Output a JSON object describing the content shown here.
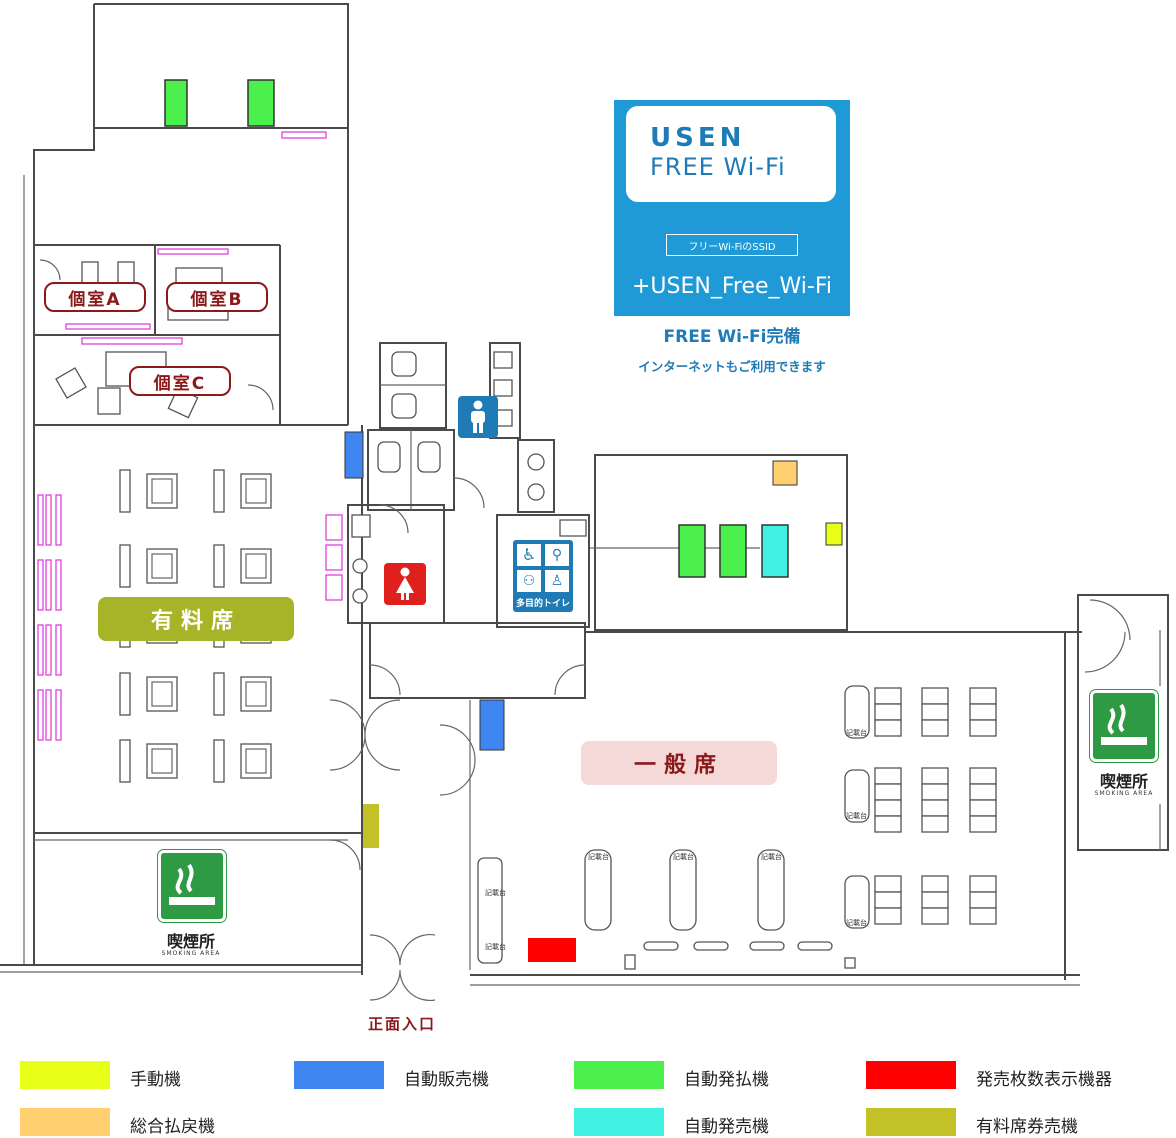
{
  "rooms": {
    "private_a": "個室A",
    "private_b": "個室B",
    "private_c": "個室C",
    "paid_seats": "有料席",
    "general_seats": "一般席",
    "entrance": "正面入口",
    "multipurpose_toilet": "多目的トイレ"
  },
  "smoking": {
    "title": "喫煙所",
    "subtitle": "SMOKING AREA"
  },
  "wifi": {
    "brand": "USEN",
    "free_label": "FREE Wi-Fi",
    "ssid_label": "フリーWi-FiのSSID",
    "ssid": "+USEN_Free_Wi-Fi",
    "caption": "FREE Wi-Fi完備",
    "subcaption": "インターネットもご利用できます"
  },
  "desk_label": "記載台",
  "legend": [
    {
      "label": "手動機",
      "color": "#e8ff1a"
    },
    {
      "label": "自動販売機",
      "color": "#3f86f0"
    },
    {
      "label": "自動発払機",
      "color": "#4cf04c"
    },
    {
      "label": "発売枚数表示機器",
      "color": "#ff0000"
    },
    {
      "label": "総合払戻機",
      "color": "#ffcf70"
    },
    {
      "label": "自動発売機",
      "color": "#40f0e0"
    },
    {
      "label": "有料席券売機",
      "color": "#c2c228"
    }
  ],
  "colors": {
    "room_label": "#8a1a1a",
    "paid_pill": "#a8b428",
    "general_pill": "#f5d8d8",
    "wifi_blue": "#1f9ad6",
    "smoking_green": "#2e9a44",
    "male_icon": "#1f7bb6",
    "female_icon": "#e0201c"
  }
}
